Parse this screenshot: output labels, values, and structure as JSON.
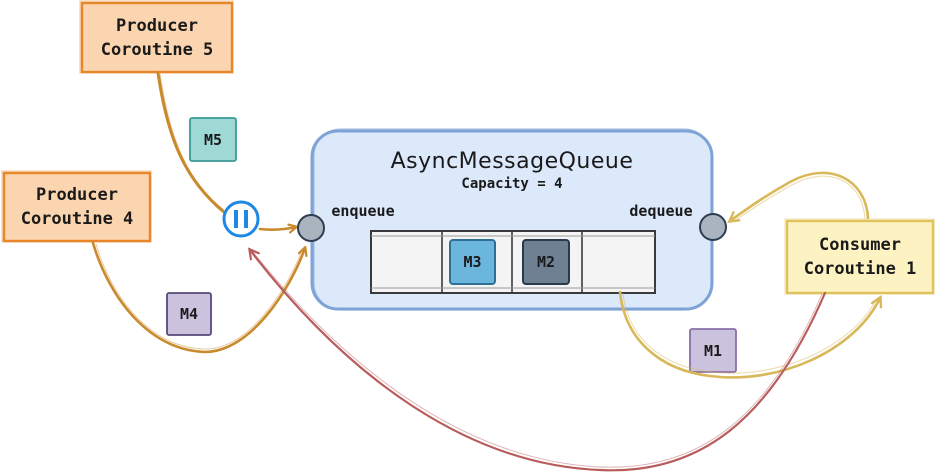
{
  "producer5": {
    "line1": "Producer",
    "line2": "Coroutine 5"
  },
  "producer4": {
    "line1": "Producer",
    "line2": "Coroutine 4"
  },
  "consumer1": {
    "line1": "Consumer",
    "line2": "Coroutine 1"
  },
  "queue": {
    "title": "AsyncMessageQueue",
    "capacity": "Capacity = 4",
    "enqueue": "enqueue",
    "dequeue": "dequeue",
    "slots": [
      "",
      "M3",
      "M2",
      ""
    ]
  },
  "messages": {
    "m5": "M5",
    "m4": "M4",
    "m1": "M1"
  },
  "suspend_icon": "pause-icon",
  "colors": {
    "producer_fill": "#fbd5b0",
    "producer_stroke": "#e8872a",
    "consumer_fill": "#fdf2c2",
    "consumer_stroke": "#e0c25a",
    "queue_fill": "#dce9fb",
    "queue_stroke": "#7fa3d6",
    "producer_arrow": "#c98a2c",
    "consumer_arrow": "#d8b858",
    "return_arrow": "#b95c5c",
    "suspend": "#1e88e5",
    "port_fill": "#a9b4bf",
    "msg_teal_fill": "#9ed9d6",
    "msg_purple_fill": "#cbc3de",
    "msg_blue_fill": "#6ab6dc",
    "msg_navy_fill": "#6e8092"
  }
}
